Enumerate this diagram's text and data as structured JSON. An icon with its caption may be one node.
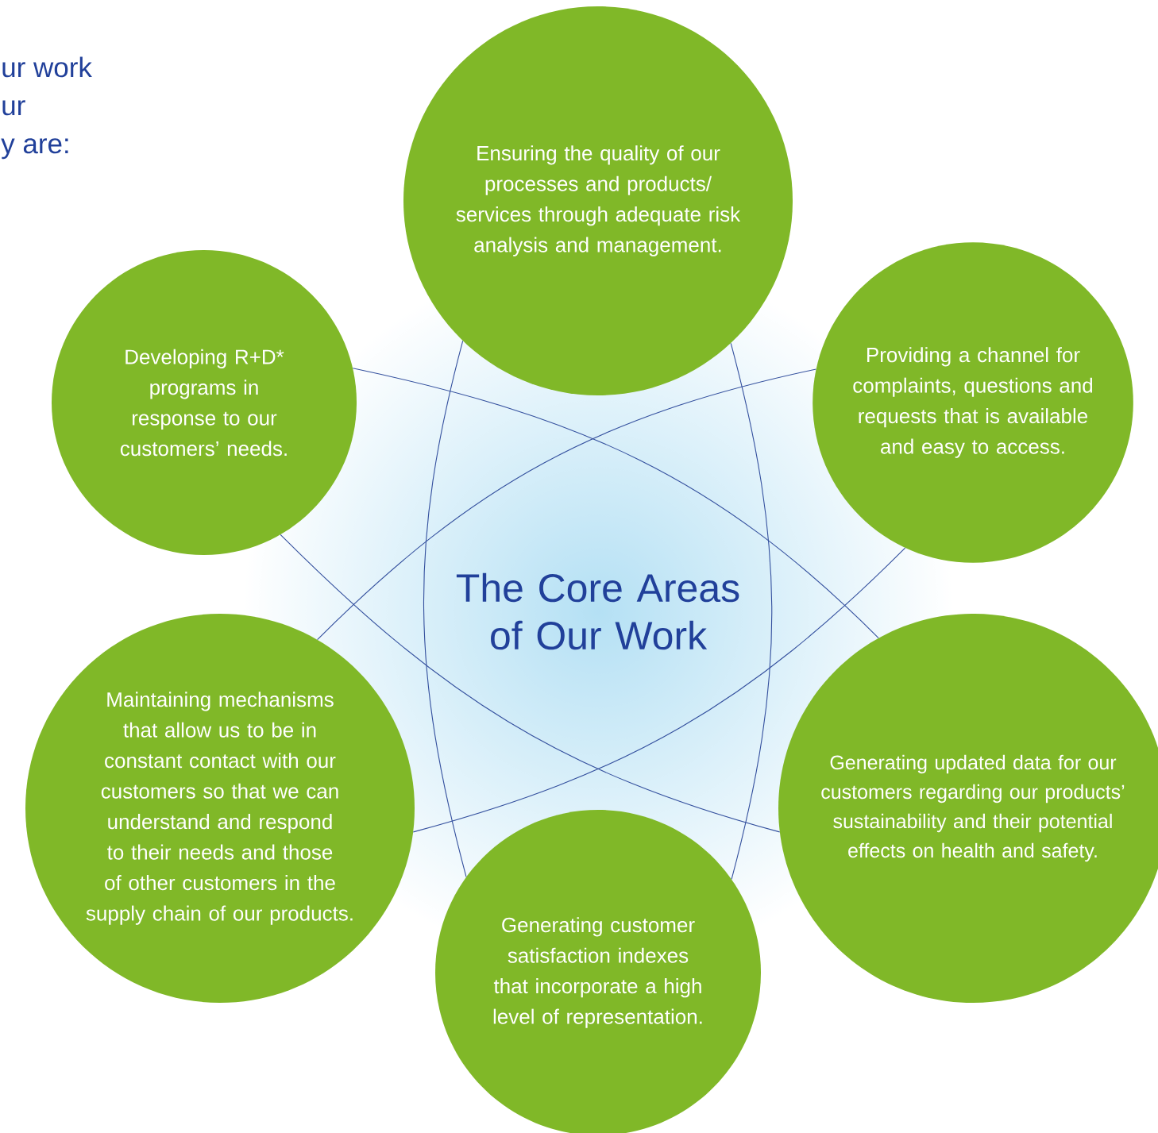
{
  "diagram": {
    "nodes": [
      {
        "text": [
          "Ensuring the quality of our processes and products/ services through adequate risk analysis and management."
        ]
      },
      {
        "text": [
          "Developing R+D* programs in response to our customers’ needs."
        ]
      },
      {
        "text": [
          "Providing a channel for complaints, questions and requests that is available and easy to access."
        ]
      },
      {
        "text": [
          "The Core Areas of Our Work"
        ]
      },
      {
        "text": [
          "Maintaining mechanisms that allow us to be in constant contact with our customers so that we can understand and respond to their needs and those of other customers in the supply chain of our products."
        ]
      },
      {
        "text": [
          "Generating updated data for our customers regarding our products’ sustainability and their potential effects on health and safety."
        ]
      },
      {
        "text": [
          "Generating customer satisfaction indexes that incorporate a high level of representation."
        ]
      }
    ],
    "edges": [
      {
        "from": 0,
        "to": 6,
        "arrow": "none"
      },
      {
        "from": 0,
        "to": 6,
        "arrow": "none"
      },
      {
        "from": 1,
        "to": 5,
        "arrow": "none"
      },
      {
        "from": 1,
        "to": 5,
        "arrow": "none"
      },
      {
        "from": 2,
        "to": 4,
        "arrow": "none"
      },
      {
        "from": 2,
        "to": 4,
        "arrow": "none"
      }
    ],
    "labels": [
      "ur work",
      "ur",
      "y are:"
    ]
  }
}
